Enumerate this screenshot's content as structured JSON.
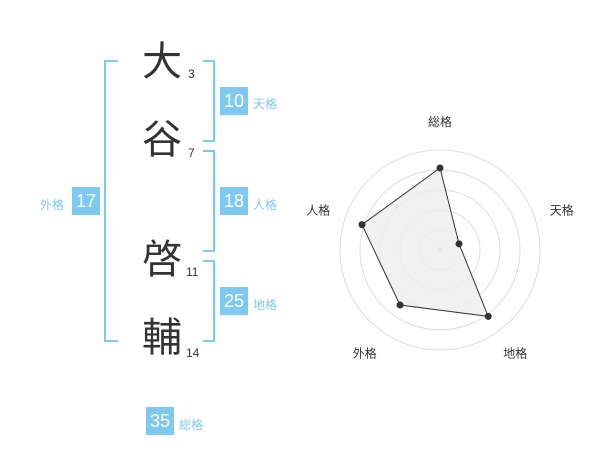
{
  "name": {
    "chars": [
      {
        "char": "大",
        "strokes": "3"
      },
      {
        "char": "谷",
        "strokes": "7"
      },
      {
        "char": "啓",
        "strokes": "11"
      },
      {
        "char": "輔",
        "strokes": "14"
      }
    ]
  },
  "scores": {
    "tenkaku": {
      "value": "10",
      "label": "天格"
    },
    "jinkaku": {
      "value": "18",
      "label": "人格"
    },
    "chikaku": {
      "value": "25",
      "label": "地格"
    },
    "gaikaku": {
      "value": "17",
      "label": "外格"
    },
    "soukaku": {
      "value": "35",
      "label": "総格"
    }
  },
  "chart_data": {
    "type": "radar",
    "axes": [
      "総格",
      "天格",
      "地格",
      "外格",
      "人格"
    ],
    "values": [
      0.82,
      0.2,
      0.82,
      0.68,
      0.82
    ],
    "rings": 5,
    "fill_color": "#eeeeee",
    "line_color": "#333333",
    "ring_color": "#dddddd"
  },
  "colors": {
    "accent": "#7fc8f0"
  }
}
